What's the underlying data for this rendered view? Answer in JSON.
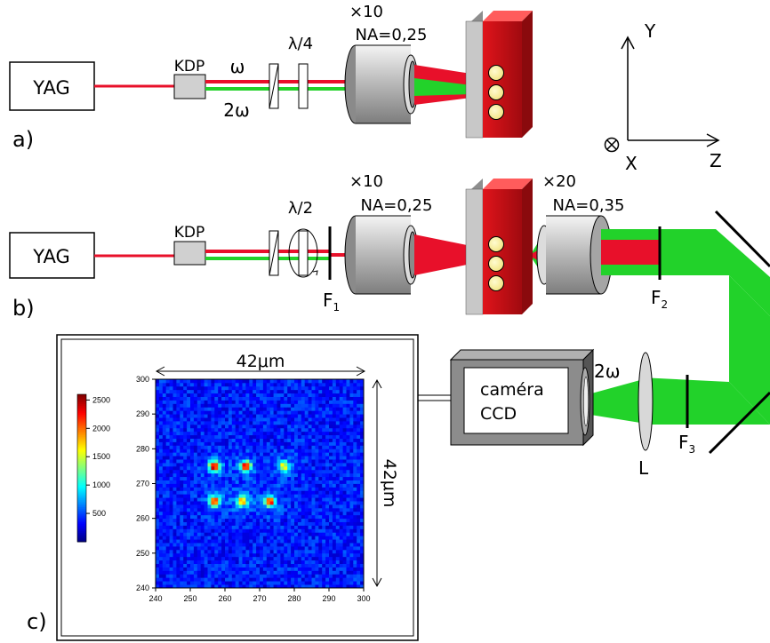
{
  "panel_a": {
    "label": "a)",
    "source": "YAG",
    "crystal": "KDP",
    "beam_fundamental": "ω",
    "beam_harmonic": "2ω",
    "waveplate": "λ/4",
    "objective_mag": "×10",
    "objective_na": "NA=0,25"
  },
  "axes": {
    "y": "Y",
    "z": "Z",
    "x": "X"
  },
  "panel_b": {
    "label": "b)",
    "source": "YAG",
    "crystal": "KDP",
    "waveplate": "λ/2",
    "filter1": "F",
    "filter1_sub": "1",
    "objective1_mag": "×10",
    "objective1_na": "NA=0,25",
    "objective2_mag": "×20",
    "objective2_na": "NA=0,35",
    "filter2": "F",
    "filter2_sub": "2",
    "filter3": "F",
    "filter3_sub": "3",
    "lens": "L",
    "harmonic": "2ω",
    "camera_line1": "caméra",
    "camera_line2": "CCD"
  },
  "panel_c": {
    "label": "c)",
    "width_label": "42μm",
    "height_label": "42μm"
  },
  "chart_data": {
    "type": "heatmap",
    "xlim": [
      240,
      300
    ],
    "ylim": [
      240,
      300
    ],
    "x_ticks": [
      "240",
      "250",
      "260",
      "270",
      "280",
      "290",
      "300"
    ],
    "y_ticks": [
      "240",
      "250",
      "260",
      "270",
      "280",
      "290",
      "300"
    ],
    "colorbar_ticks": [
      "500",
      "1000",
      "1500",
      "2000",
      "2500"
    ],
    "colorbar_range": [
      0,
      2600
    ],
    "spots": [
      {
        "x": 257,
        "y": 275,
        "value": 2500
      },
      {
        "x": 266,
        "y": 275,
        "value": 2400
      },
      {
        "x": 277,
        "y": 275,
        "value": 1500
      },
      {
        "x": 257,
        "y": 265,
        "value": 2100
      },
      {
        "x": 265,
        "y": 265,
        "value": 1700
      },
      {
        "x": 273,
        "y": 265,
        "value": 2300
      }
    ],
    "background_level": 380
  }
}
